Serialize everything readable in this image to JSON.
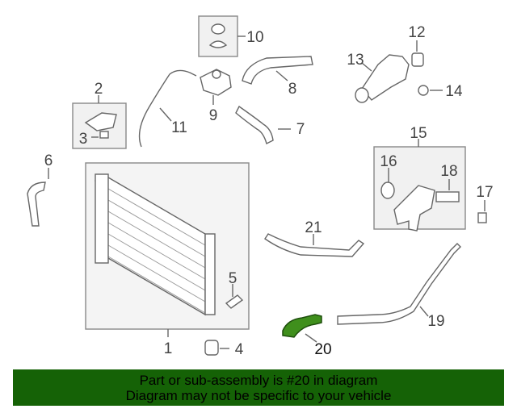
{
  "callouts": {
    "c1": "1",
    "c2": "2",
    "c3": "3",
    "c4": "4",
    "c5": "5",
    "c6": "6",
    "c7": "7",
    "c8": "8",
    "c9": "9",
    "c10": "10",
    "c11": "11",
    "c12": "12",
    "c13": "13",
    "c14": "14",
    "c15": "15",
    "c16": "16",
    "c17": "17",
    "c18": "18",
    "c19": "19",
    "c20": "20",
    "c21": "21"
  },
  "highlight_color": "#3f8f1c",
  "banner": {
    "line1": "Part or sub-assembly is #20 in diagram",
    "line2": "Diagram may not be specific to your vehicle",
    "color": "#156206"
  }
}
